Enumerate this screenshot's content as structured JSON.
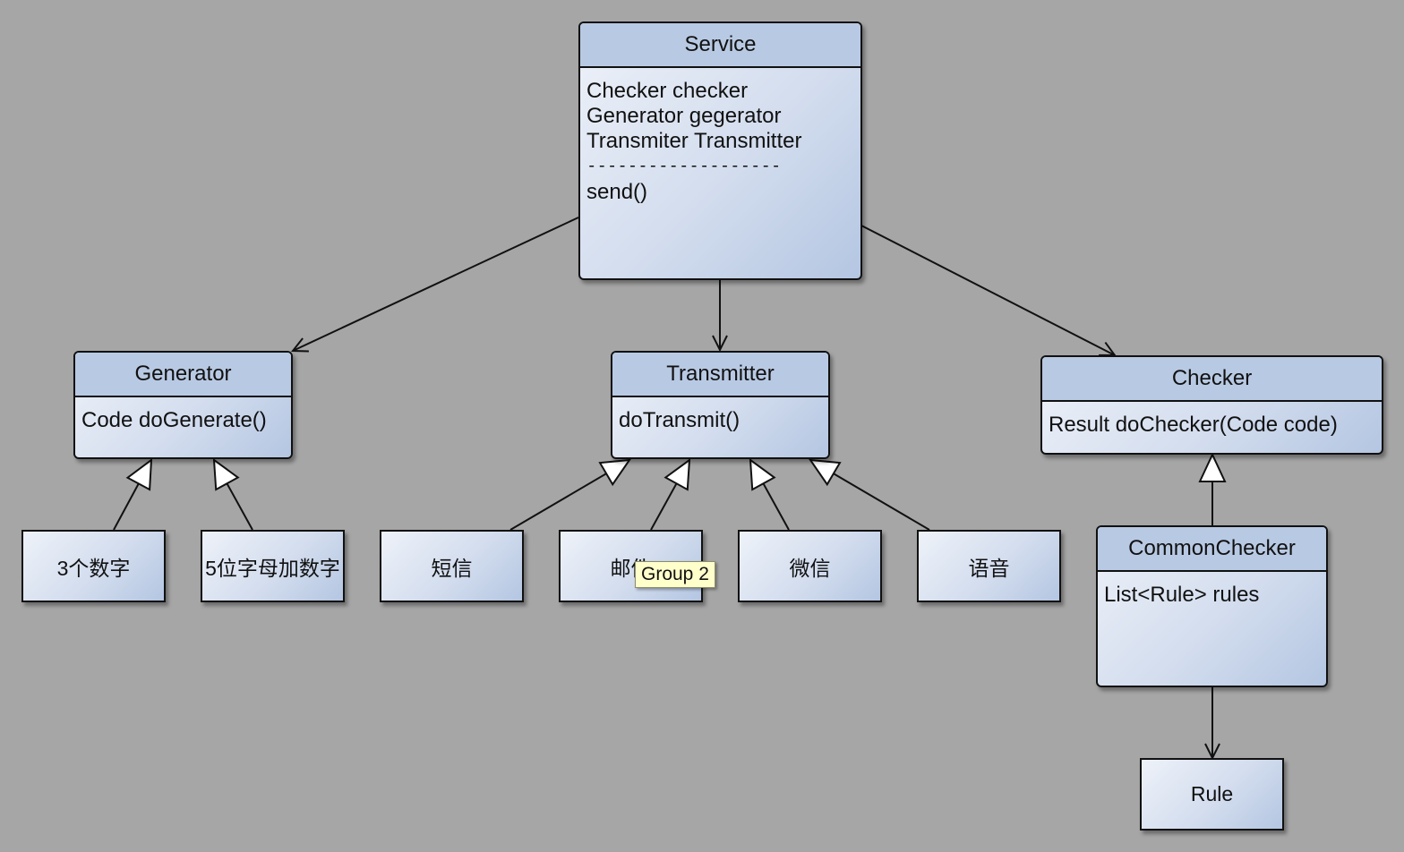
{
  "classes": {
    "service": {
      "title": "Service",
      "attributes": [
        "Checker checker",
        "Generator gegerator",
        "Transmiter Transmitter"
      ],
      "separator": "-------------------",
      "methods": [
        "send()"
      ]
    },
    "generator": {
      "title": "Generator",
      "methods": [
        "Code doGenerate()"
      ]
    },
    "transmitter": {
      "title": "Transmitter",
      "methods": [
        "doTransmit()"
      ]
    },
    "checker": {
      "title": "Checker",
      "methods": [
        "Result doChecker(Code code)"
      ]
    },
    "common_checker": {
      "title": "CommonChecker",
      "attributes": [
        "List<Rule> rules"
      ]
    }
  },
  "leaves": {
    "three_digits": "3个数字",
    "five_alnum": "5位字母加数字",
    "sms": "短信",
    "mail": "邮件",
    "wechat": "微信",
    "voice": "语音",
    "rule": "Rule"
  },
  "tooltip": "Group 2",
  "colors": {
    "canvas": "#a6a6a6",
    "header": "#b8c9e3",
    "gradient_light": "#eef2f9",
    "gradient_dark": "#b4c6e2",
    "stroke": "#111111",
    "tooltip_bg": "#ffffcc"
  },
  "relations": [
    {
      "from": "Service",
      "to": "Generator",
      "type": "association"
    },
    {
      "from": "Service",
      "to": "Transmitter",
      "type": "association"
    },
    {
      "from": "Service",
      "to": "Checker",
      "type": "association"
    },
    {
      "from": "3个数字",
      "to": "Generator",
      "type": "generalization"
    },
    {
      "from": "5位字母加数字",
      "to": "Generator",
      "type": "generalization"
    },
    {
      "from": "短信",
      "to": "Transmitter",
      "type": "generalization"
    },
    {
      "from": "邮件",
      "to": "Transmitter",
      "type": "generalization"
    },
    {
      "from": "微信",
      "to": "Transmitter",
      "type": "generalization"
    },
    {
      "from": "语音",
      "to": "Transmitter",
      "type": "generalization"
    },
    {
      "from": "CommonChecker",
      "to": "Checker",
      "type": "generalization"
    },
    {
      "from": "CommonChecker",
      "to": "Rule",
      "type": "association"
    }
  ]
}
